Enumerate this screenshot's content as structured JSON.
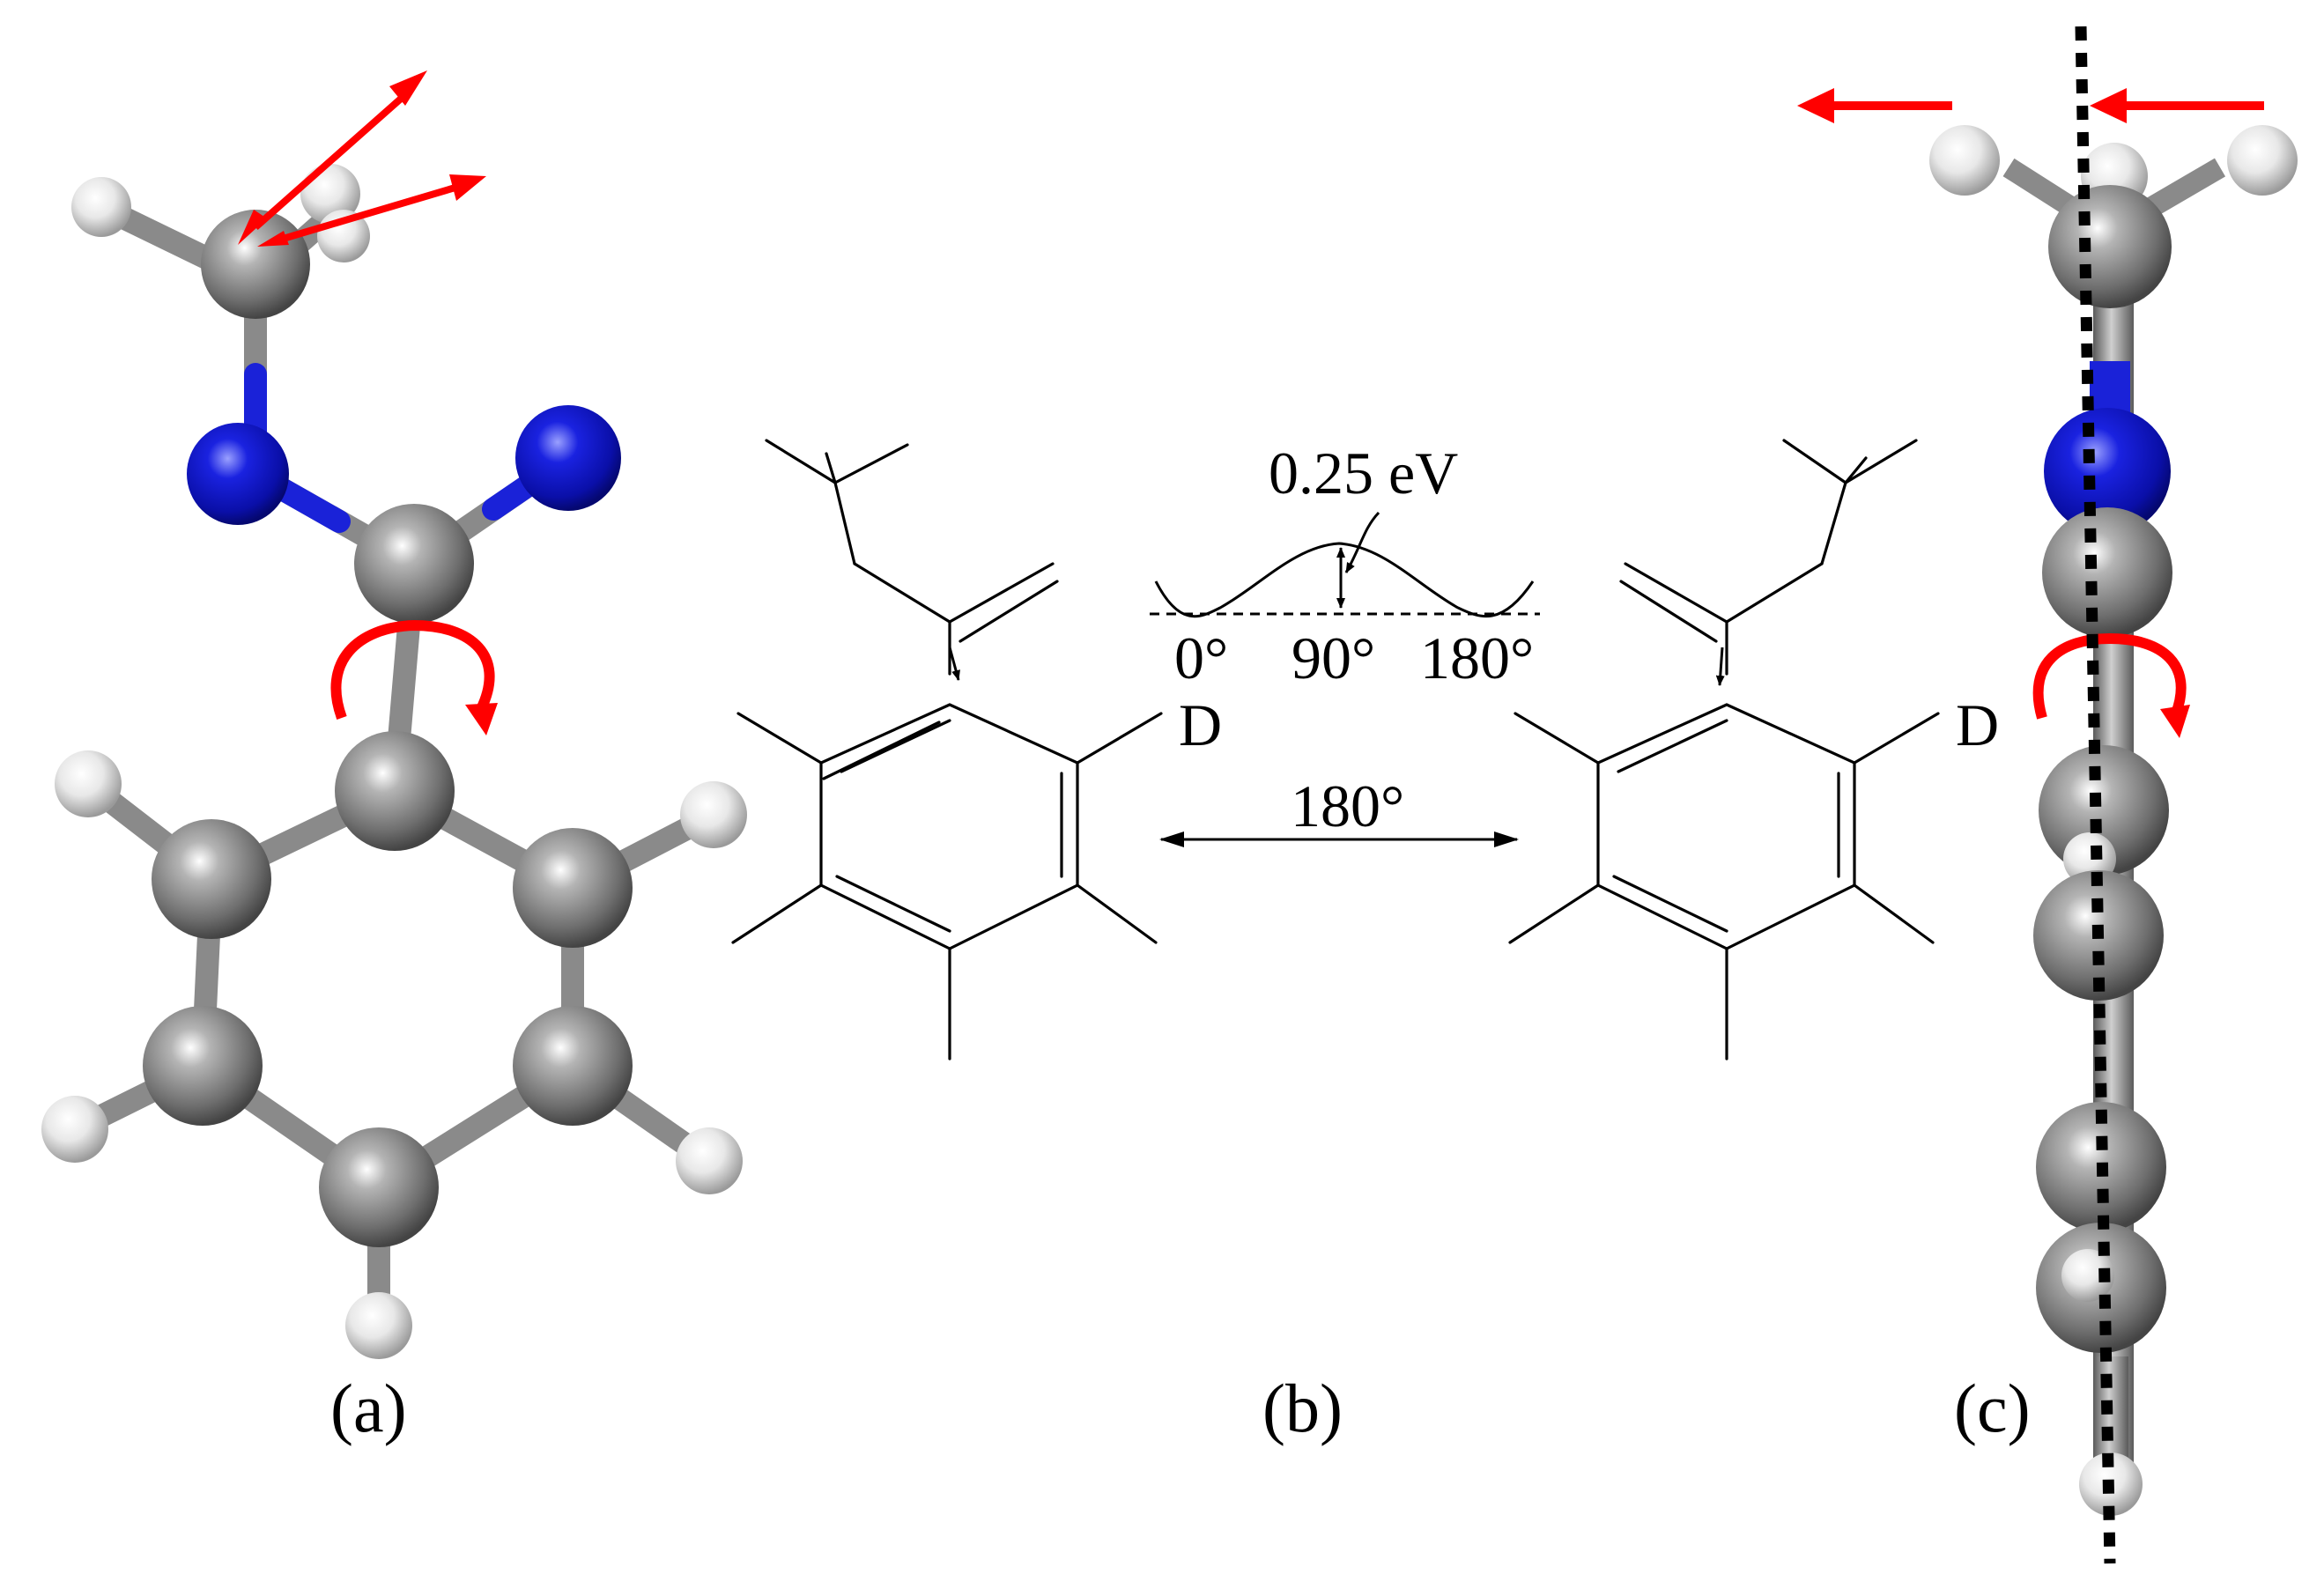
{
  "panels": {
    "a": {
      "label": "(a)"
    },
    "b": {
      "label": "(b)",
      "barrier_label": "0.25 eV",
      "angle_0": "0°",
      "angle_90": "90°",
      "angle_180": "180°",
      "flip_label": "180°",
      "substituent_left": "D",
      "substituent_right": "D"
    },
    "c": {
      "label": "(c)"
    }
  },
  "colors": {
    "carbon": "#7a7a7a",
    "nitrogen": "#0a12c8",
    "hydrogen": "#e6e6e6",
    "arrow": "#ff0000",
    "axis": "#000000"
  },
  "icons": [
    "rotation-arrow-icon",
    "displacement-arrow-icon",
    "double-headed-arrow-icon"
  ]
}
